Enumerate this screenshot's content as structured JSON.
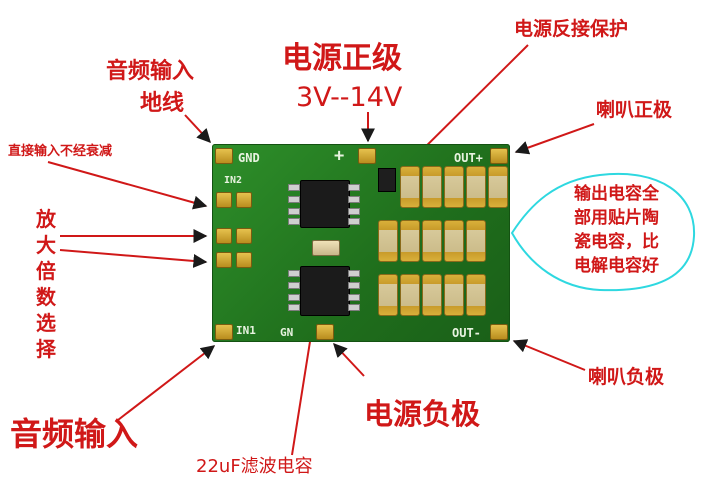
{
  "labels": {
    "audio_in_gnd_1": "音频输入",
    "audio_in_gnd_2": "地线",
    "power_pos_title": "电源正级",
    "power_pos_range": "3V--14V",
    "reverse_protect": "电源反接保护",
    "speaker_pos": "喇叭正极",
    "direct_input": "直接输入不经衰减",
    "gain_select": "放大倍数选择",
    "output_caps_1": "输出电容全",
    "output_caps_2": "部用贴片陶",
    "output_caps_3": "瓷电容，比",
    "output_caps_4": "电解电容好",
    "speaker_neg": "喇叭负极",
    "audio_in": "音频输入",
    "power_neg": "电源负极",
    "filter_cap": "22uF滤波电容"
  },
  "silkscreen": {
    "gnd": "GND",
    "plus": "+",
    "out_plus": "OUT+",
    "in2": "IN2",
    "in1": "IN1",
    "gn": "GN",
    "out_minus": "OUT-"
  },
  "colors": {
    "label": "#d01818",
    "bubble": "#2ed8e0",
    "board": "#2a8a26"
  }
}
